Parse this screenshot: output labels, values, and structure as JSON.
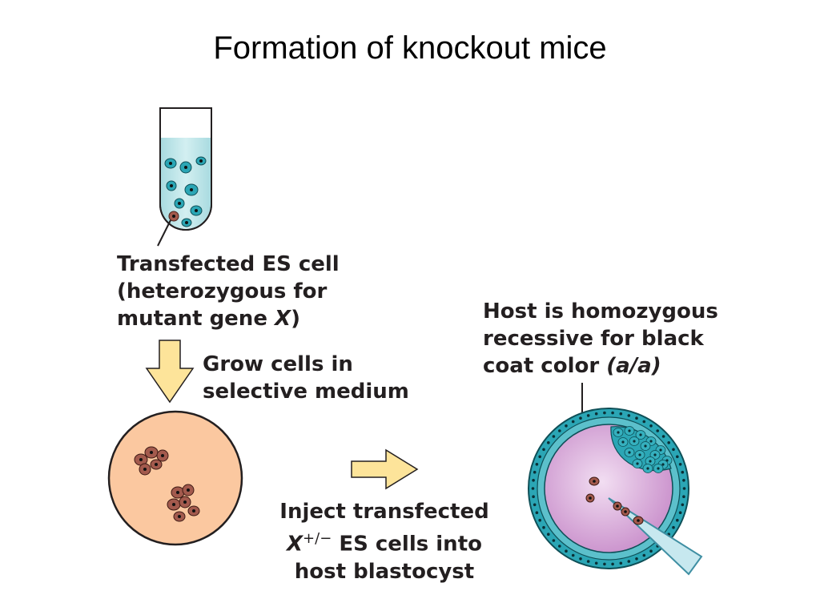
{
  "title": "Formation of knockout mice",
  "labels": {
    "es_cell": {
      "line1": "Transfected ES cell",
      "line2": "(heterozygous for",
      "line3_prefix": "mutant gene ",
      "line3_italic": "X",
      "line3_suffix": ")"
    },
    "grow": {
      "line1": "Grow cells in",
      "line2": "selective medium"
    },
    "host": {
      "line1": "Host is homozygous",
      "line2": "recessive for black",
      "line3_prefix": "coat color ",
      "line3_italic": "(a/a)"
    },
    "inject": {
      "line1": "Inject transfected",
      "line2_italic": "X",
      "line2_sup": "+/−",
      "line2_suffix": " ES cells into",
      "line3": "host blastocyst"
    }
  },
  "colors": {
    "medium": "#b9e3e6",
    "es_cell_blue": "#2ba6b5",
    "transfected_cell": "#a35a4d",
    "petri_dish": "#fbc8a0",
    "arrow_fill": "#fde49a",
    "blastocyst_ring": "#2ba6b5",
    "blastocoel": "#d9a9d9",
    "pipette": "#c7e8ef"
  }
}
